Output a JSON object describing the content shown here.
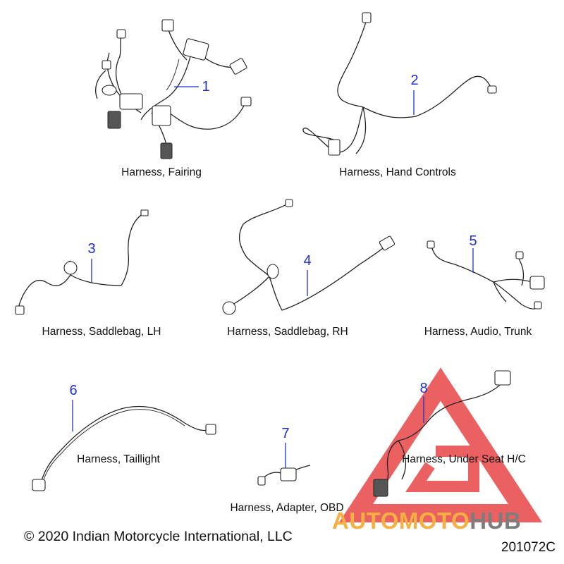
{
  "parts": [
    {
      "number": "1",
      "label": "Harness, Fairing"
    },
    {
      "number": "2",
      "label": "Harness, Hand Controls"
    },
    {
      "number": "3",
      "label": "Harness, Saddlebag, LH"
    },
    {
      "number": "4",
      "label": "Harness, Saddlebag, RH"
    },
    {
      "number": "5",
      "label": "Harness, Audio, Trunk"
    },
    {
      "number": "6",
      "label": "Harness, Taillight"
    },
    {
      "number": "7",
      "label": "Harness, Adapter, OBD"
    },
    {
      "number": "8",
      "label": "Harness, Under Seat H/C"
    }
  ],
  "copyright": "© 2020 Indian Motorcycle International, LLC",
  "diagram_number": "201072C",
  "watermark": {
    "text_primary": "AUTOMOTO",
    "text_secondary": "HUB",
    "primary_color": "#f5b041",
    "secondary_color": "#7d7d7d",
    "triangle_color": "#e84545"
  },
  "colors": {
    "callout": "#1f2fd0",
    "line": "#222222"
  }
}
